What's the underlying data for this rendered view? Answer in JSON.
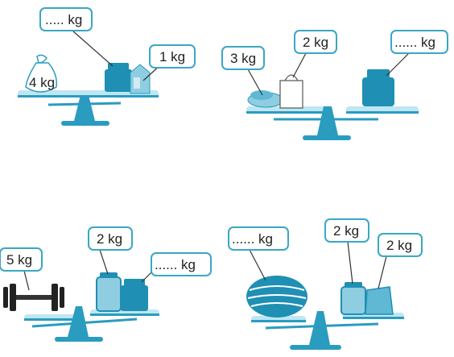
{
  "colors": {
    "scale": "#2a9cc0",
    "scale_light": "#bfe6f2",
    "label_border": "#3aa7c4",
    "object": "#1f8fb4"
  },
  "panels": [
    {
      "id": "top-left",
      "labels": {
        "top": "..... kg",
        "right": "1 kg",
        "bag": "4 kg"
      },
      "icons": [
        "flour-sack-icon",
        "jar-icon",
        "milk-carton-icon"
      ]
    },
    {
      "id": "top-right",
      "labels": {
        "left": "3 kg",
        "middle": "2 kg",
        "right": "...... kg"
      },
      "icons": [
        "fish-icon",
        "shopping-bag-icon",
        "weight-icon"
      ]
    },
    {
      "id": "bottom-left",
      "labels": {
        "left": "5 kg",
        "middle": "2 kg",
        "right": "...... kg"
      },
      "icons": [
        "dumbbell-icon",
        "jar-icon",
        "weight-icon"
      ]
    },
    {
      "id": "bottom-right",
      "labels": {
        "left": "...... kg",
        "middle": "2 kg",
        "right": "2 kg"
      },
      "icons": [
        "watermelon-icon",
        "jar-icon",
        "paper-bag-icon"
      ]
    }
  ]
}
